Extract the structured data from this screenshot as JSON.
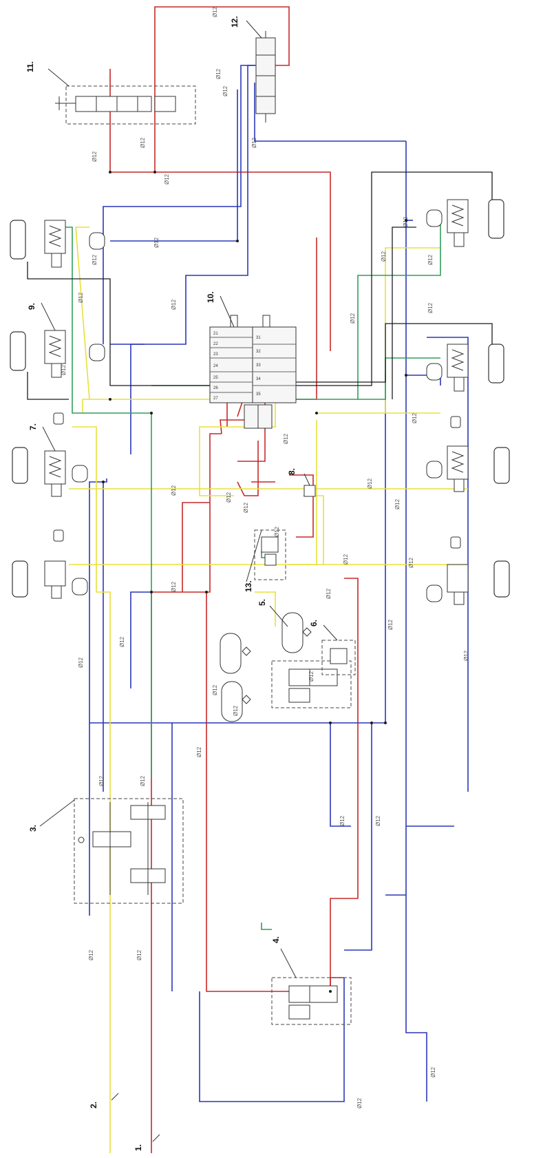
{
  "colors": {
    "red": "#c62828",
    "blue": "#2a37b8",
    "yellow": "#e8e03a",
    "green": "#2e9e5a",
    "black": "#1b1b1b"
  },
  "callouts": [
    "1.",
    "2.",
    "3.",
    "4.",
    "5.",
    "6.",
    "7.",
    "8.",
    "9.",
    "10.",
    "11.",
    "12.",
    "13."
  ],
  "line_label": "Ø12",
  "module_ports_left": [
    "21",
    "22",
    "23",
    "24",
    "25",
    "26",
    "27"
  ],
  "module_ports_right": [
    "31",
    "32",
    "33",
    "34",
    "35"
  ]
}
